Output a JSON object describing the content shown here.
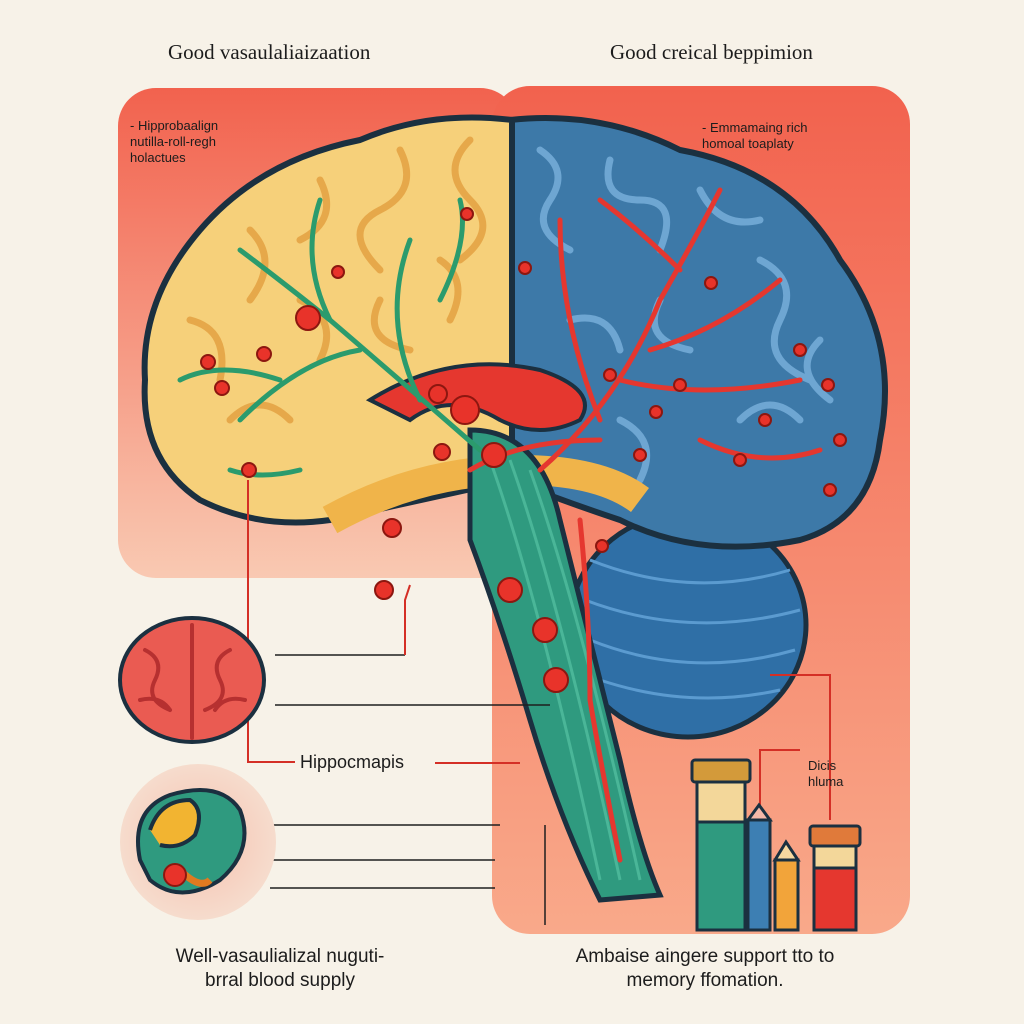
{
  "panels": {
    "left_title": "Good vasaulaliaizaation",
    "right_title": "Good creical beppimion",
    "left_note": "- Hipprobaalign\nnutilla-roll-regh\nholactues",
    "right_note": "- Emmamaing rich\nhomoal toaplaty",
    "hippocampus_label": "Hippocmapis",
    "vial_label": "Dicis\nhluma",
    "left_caption": "Well-vasaulializal nuguti-\nbrral blood supply",
    "right_caption": "Ambaise aingere support tto to\nmemory ffomation."
  },
  "colors": {
    "panel_red": "#f2624e",
    "cortex_yellow": "#f6d07a",
    "cortex_blue": "#3d79a8",
    "brainstem_green": "#2f9a7f",
    "vessel_red": "#e5372f",
    "vessel_green": "#2b9b6d",
    "node_red": "#e8332a"
  },
  "icons": [
    "small-brain-icon",
    "hippocampus-icon",
    "test-tube-icon"
  ]
}
